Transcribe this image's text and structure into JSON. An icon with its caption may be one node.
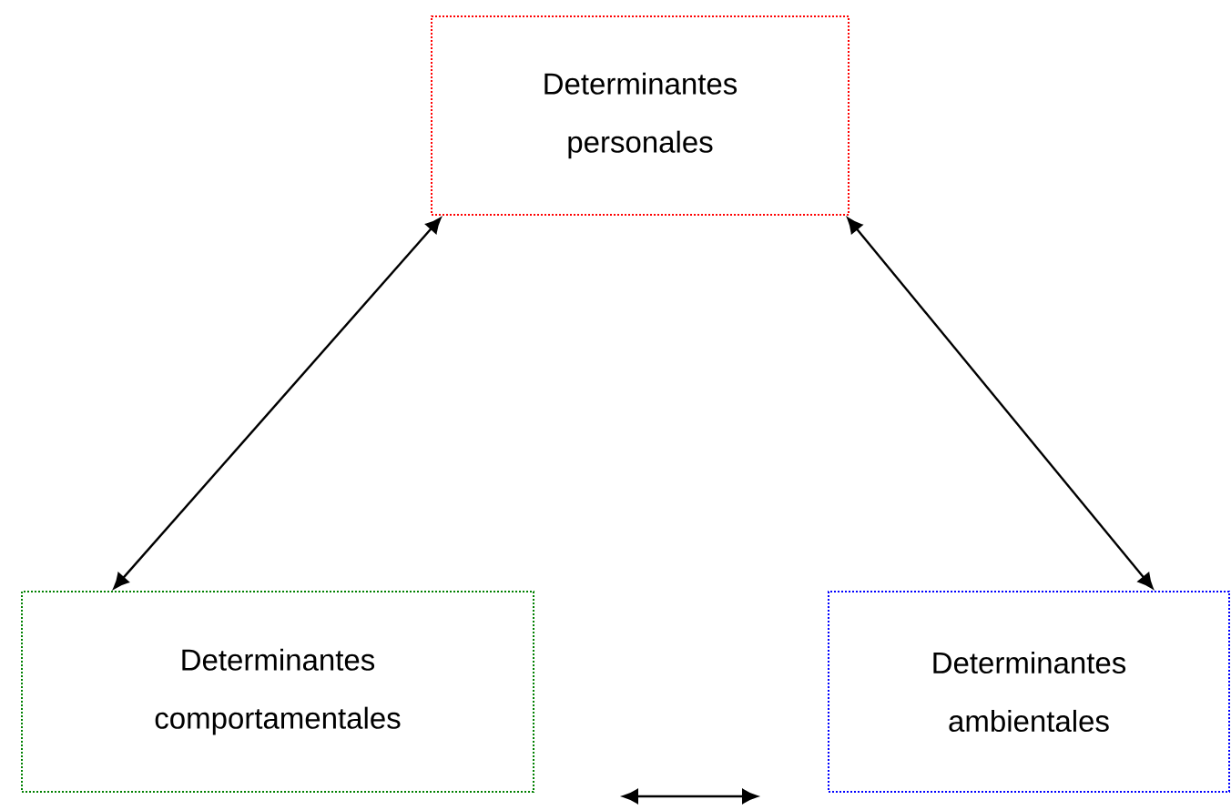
{
  "diagram": {
    "nodes": [
      {
        "text": [
          "Determinantes personales"
        ]
      },
      {
        "text": [
          "Determinantes comportamentales"
        ]
      },
      {
        "text": [
          "Determinantes ambientales"
        ]
      }
    ],
    "edges": [
      {
        "from": 0,
        "to": 1,
        "arrow": "both"
      },
      {
        "from": 0,
        "to": 2,
        "arrow": "both"
      },
      {
        "from": 1,
        "to": 2,
        "arrow": "both"
      }
    ]
  }
}
